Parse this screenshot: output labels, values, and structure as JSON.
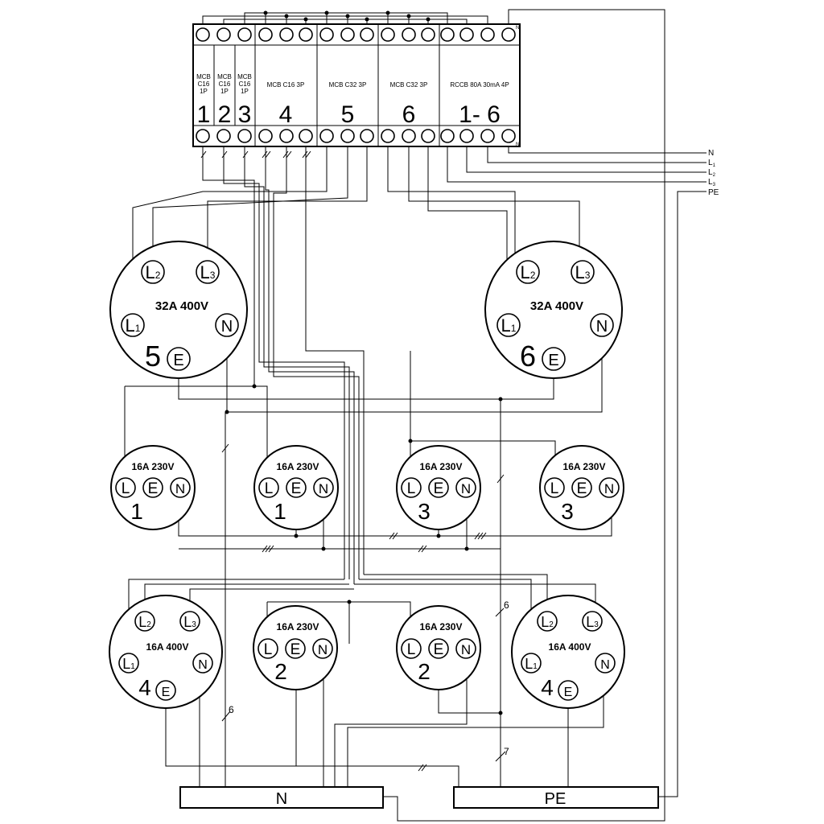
{
  "panel": {
    "breakers": [
      {
        "id": "b1",
        "type": "MCB C16 1P",
        "type_lines": [
          "MCB",
          "C16",
          "1P"
        ],
        "circuit": "1"
      },
      {
        "id": "b2",
        "type": "MCB C16 1P",
        "type_lines": [
          "MCB",
          "C16",
          "1P"
        ],
        "circuit": "2"
      },
      {
        "id": "b3",
        "type": "MCB C16 1P",
        "type_lines": [
          "MCB",
          "C16",
          "1P"
        ],
        "circuit": "3"
      },
      {
        "id": "b4",
        "type": "MCB C16 3P",
        "circuit": "4"
      },
      {
        "id": "b5",
        "type": "MCB C32 3P",
        "circuit": "5"
      },
      {
        "id": "b6",
        "type": "MCB C32 3P",
        "circuit": "6"
      },
      {
        "id": "rccb",
        "type": "RCCB 80A 30mA 4P",
        "circuit": "1- 6"
      }
    ],
    "rccb_marks": {
      "top": "N",
      "bottom": "N"
    }
  },
  "supply": {
    "lines": [
      {
        "label": "N",
        "sub": ""
      },
      {
        "label": "L",
        "sub": "1"
      },
      {
        "label": "L",
        "sub": "2"
      },
      {
        "label": "L",
        "sub": "3"
      },
      {
        "label": "PE",
        "sub": ""
      }
    ]
  },
  "sockets": [
    {
      "id": "s5",
      "rating": "32A  400V",
      "circuit": "5",
      "pins": [
        "L2",
        "L3",
        "L1",
        "N",
        "E"
      ]
    },
    {
      "id": "s6",
      "rating": "32A  400V",
      "circuit": "6",
      "pins": [
        "L2",
        "L3",
        "L1",
        "N",
        "E"
      ]
    },
    {
      "id": "s1a",
      "rating": "16A  230V",
      "circuit": "1",
      "pins": [
        "L",
        "E",
        "N"
      ]
    },
    {
      "id": "s1b",
      "rating": "16A  230V",
      "circuit": "1",
      "pins": [
        "L",
        "E",
        "N"
      ]
    },
    {
      "id": "s3a",
      "rating": "16A  230V",
      "circuit": "3",
      "pins": [
        "L",
        "E",
        "N"
      ]
    },
    {
      "id": "s3b",
      "rating": "16A  230V",
      "circuit": "3",
      "pins": [
        "L",
        "E",
        "N"
      ]
    },
    {
      "id": "s4a",
      "rating": "16A  400V",
      "circuit": "4",
      "pins": [
        "L2",
        "L3",
        "L1",
        "N",
        "E"
      ]
    },
    {
      "id": "s2a",
      "rating": "16A  230V",
      "circuit": "2",
      "pins": [
        "L",
        "E",
        "N"
      ]
    },
    {
      "id": "s2b",
      "rating": "16A  230V",
      "circuit": "2",
      "pins": [
        "L",
        "E",
        "N"
      ]
    },
    {
      "id": "s4b",
      "rating": "16A  400V",
      "circuit": "4",
      "pins": [
        "L2",
        "L3",
        "L1",
        "N",
        "E"
      ]
    }
  ],
  "bars": {
    "n": "N",
    "pe": "PE"
  },
  "conductor_counts": [
    "6",
    "6",
    "7"
  ]
}
